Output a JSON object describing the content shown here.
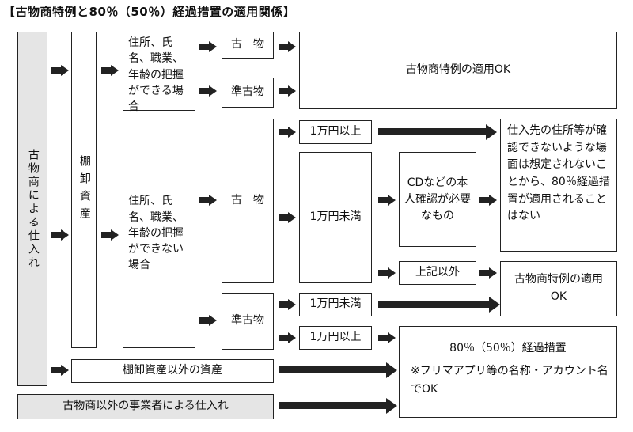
{
  "title": "【古物商特例と80％（50％）経過措置の適用関係】",
  "col_buyer": "古物商による仕入れ",
  "col_inventory": "棚卸資産",
  "cond_identified": "住所、氏名、職業、年齢の把握ができる場合",
  "cond_not_identified": "住所、氏名、職業、年齢の把握ができない場合",
  "kobutsu_top": "古　物",
  "junkobutsu_top": "準古物",
  "kobutsu_mid": "古　物",
  "junkobutsu_bottom": "準古物",
  "result_ok_top": "古物商特例の適用OK",
  "over_10k_a": "1万円以上",
  "under_10k_a": "1万円未満",
  "cd_id": "CDなどの本人確認が必要なもの",
  "other_than": "上記以外",
  "under_10k_b": "1万円未満",
  "over_10k_b": "1万円以上",
  "no_transition": "仕入先の住所等が確認できないような場面は想定されないことから、80％経過措置が適用されることはない",
  "result_ok_mid": "古物商特例の適用OK",
  "transition_title": "80％（50％）経過措置",
  "transition_note": "※フリマアプリ等の名称・アカウント名でOK",
  "non_inventory": "棚卸資産以外の資産",
  "other_business": "古物商以外の事業者による仕入れ"
}
